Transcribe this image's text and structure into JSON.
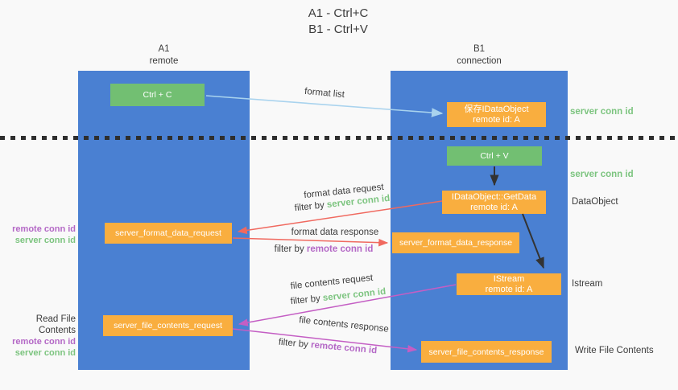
{
  "title": {
    "line1": "A1 - Ctrl+C",
    "line2": "B1 - Ctrl+V"
  },
  "lanes": {
    "a1": {
      "title": "A1",
      "subtitle": "remote"
    },
    "b1": {
      "title": "B1",
      "subtitle": "connection"
    }
  },
  "nodes": {
    "ctrl_c": {
      "label": "Ctrl + C"
    },
    "ctrl_v": {
      "label": "Ctrl + V"
    },
    "save_idataobject": {
      "line1": "保存IDataObject",
      "line2": "remote id: A"
    },
    "idataobject_getdata": {
      "line1": "IDataObject::GetData",
      "line2": "remote id: A"
    },
    "istream": {
      "line1": "IStream",
      "line2": "remote id: A"
    },
    "server_format_data_request": {
      "label": "server_format_data_request"
    },
    "server_format_data_response": {
      "label": "server_format_data_response"
    },
    "server_file_contents_request": {
      "label": "server_file_contents_request"
    },
    "server_file_contents_response": {
      "label": "server_file_contents_response"
    }
  },
  "side_labels": {
    "server_conn_id": "server conn id",
    "remote_conn_id": "remote conn id",
    "dataobject": "DataObject",
    "istream": "Istream",
    "read_file_contents": "Read File Contents",
    "write_file_contents": "Write File Contents"
  },
  "arrow_labels": {
    "format_list": "format list",
    "format_data_request": "format data request",
    "format_data_response": "format data response",
    "file_contents_request": "file contents request",
    "file_contents_response": "file contents response",
    "filter_by": "filter by",
    "server_conn_id": "server conn id",
    "remote_conn_id": "remote conn id"
  },
  "colors": {
    "lane_blue": "#4a80d2",
    "box_green": "#72bf72",
    "box_orange": "#f9ae3f",
    "arrow_light_blue": "#a9d3ee",
    "arrow_red": "#f0695f",
    "arrow_magenta": "#c45ec4",
    "arrow_black": "#333333",
    "text_green": "#7cc47f",
    "text_purple": "#b468c6",
    "text_dark": "#3b3b3b"
  }
}
